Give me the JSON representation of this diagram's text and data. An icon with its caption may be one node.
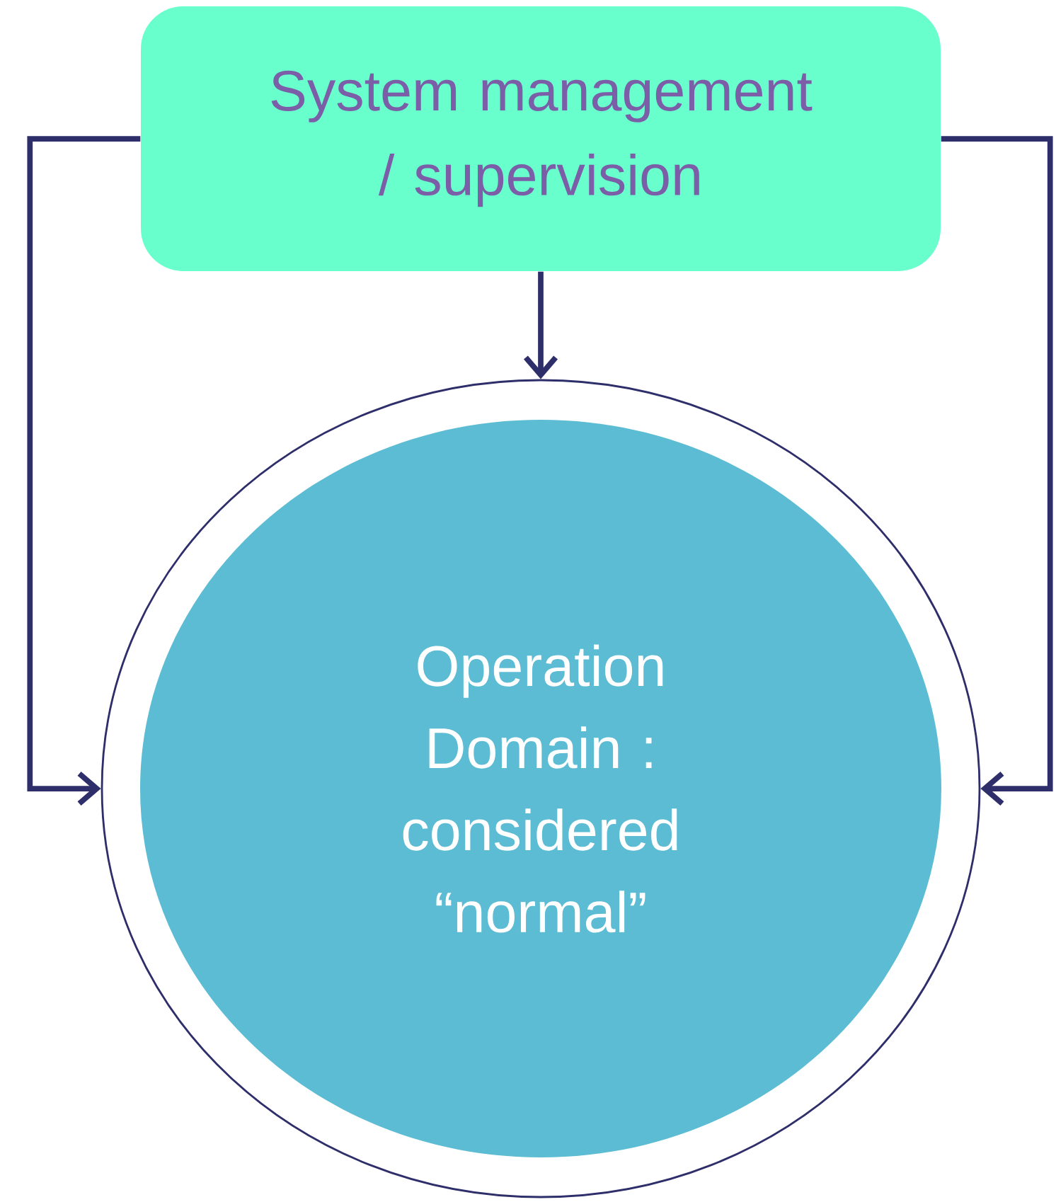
{
  "diagram": {
    "nodes": [
      {
        "text": [
          "System management / supervision"
        ]
      },
      {
        "text": [],
        "shape": "circle"
      },
      {
        "text": [
          "Operation Domain : considered “normal”"
        ],
        "in": 1
      }
    ],
    "edges": [
      {
        "from": 0,
        "to": 1,
        "arrow": "to"
      },
      {
        "from": 0,
        "to": 1,
        "arrow": "to"
      },
      {
        "from": 0,
        "to": 1,
        "arrow": "to"
      }
    ]
  }
}
